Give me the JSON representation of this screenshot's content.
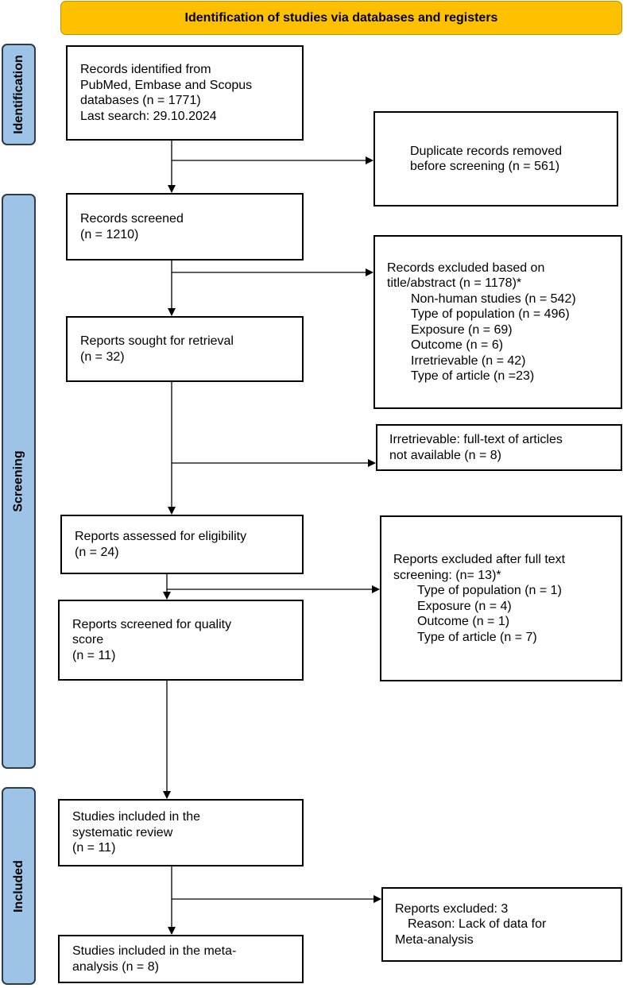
{
  "header": "Identification of studies via databases and registers",
  "phases": [
    "Identification",
    "Screening",
    "Included"
  ],
  "boxes": {
    "identified": [
      "Records identified from",
      "PubMed, Embase and Scopus",
      "databases (n = 1771)",
      "Last search: 29.10.2024"
    ],
    "duplicates": [
      "Duplicate records removed",
      "before screening (n = 561)"
    ],
    "screened": [
      "Records screened",
      "(n = 1210)"
    ],
    "excluded_title": {
      "lines": [
        "Records excluded based on",
        "title/abstract (n = 1178)*"
      ],
      "items": [
        "Non-human studies (n = 542)",
        "Type of population (n = 496)",
        "Exposure (n = 69)",
        "Outcome (n = 6)",
        "Irretrievable (n = 42)",
        "Type of article (n =23)"
      ]
    },
    "sought": [
      "Reports sought for retrieval",
      "(n = 32)"
    ],
    "irretrievable": [
      "Irretrievable: full-text of articles",
      "not available (n = 8)"
    ],
    "assessed": [
      "Reports assessed for eligibility",
      "(n = 24)"
    ],
    "excluded_fulltext": {
      "lines": [
        "Reports excluded after full text",
        "screening: (n= 13)*"
      ],
      "items": [
        "Type of population (n = 1)",
        "Exposure (n = 4)",
        "Outcome (n = 1)",
        "Type of article (n = 7)"
      ]
    },
    "quality": [
      "Reports screened for quality",
      "score",
      "(n = 11)"
    ],
    "included_sr": [
      "Studies included in the",
      "systematic review",
      "(n = 11)"
    ],
    "excluded_meta": {
      "lines": [
        "Reports excluded: 3"
      ],
      "items": [
        "Reason: Lack of data for"
      ],
      "tail": [
        "Meta-analysis"
      ]
    },
    "included_meta": [
      "Studies included in the meta-",
      "analysis (n = 8)"
    ]
  },
  "colors": {
    "header": "#FFC000",
    "phase": "#9DC3E6"
  }
}
